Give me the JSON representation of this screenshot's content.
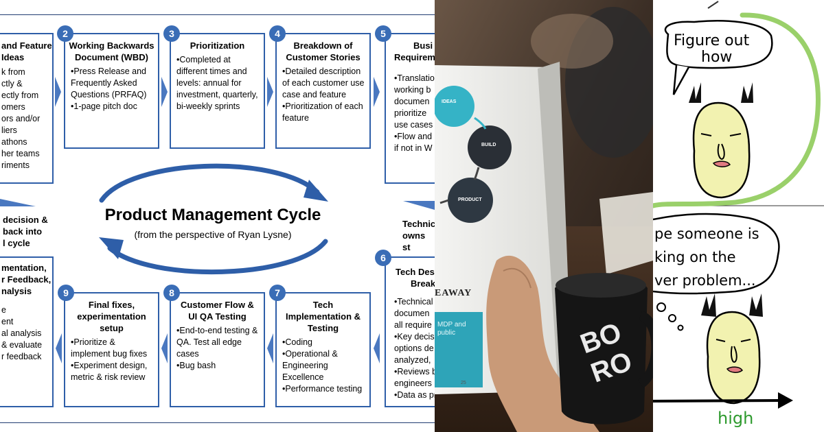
{
  "diagram": {
    "title": "Product Management Cycle",
    "subtitle": "(from the perspective of Ryan Lysne)",
    "steps": [
      {
        "num": "2",
        "title": "Working Backwards\nDocument (WBD)",
        "bullets": [
          "Press Release and Frequently Asked Questions (PRFAQ)",
          "1-page pitch doc"
        ]
      },
      {
        "num": "3",
        "title": "Prioritization",
        "bullets": [
          "Completed at different times and levels: annual for investment, quarterly, bi-weekly sprints"
        ]
      },
      {
        "num": "4",
        "title": "Breakdown of\nCustomer Stories",
        "bullets": [
          "Detailed description of each customer use case and feature",
          "Prioritization of each feature"
        ]
      },
      {
        "num": "7",
        "title": "Tech\nImplementation &\nTesting",
        "bullets": [
          "Coding",
          "Operational & Engineering Excellence",
          "Performance testing"
        ]
      },
      {
        "num": "8",
        "title": "Customer Flow &\nUI QA Testing",
        "bullets": [
          "End-to-end testing & QA. Test all edge cases",
          "Bug bash"
        ]
      },
      {
        "num": "9",
        "title": "Final fixes,\nexperimentation\nsetup",
        "bullets": [
          "Prioritize & implement bug fixes",
          "Experiment design, metric & risk review"
        ]
      }
    ],
    "cut_left_top": {
      "title": [
        "and Feature",
        "Ideas"
      ],
      "lines": [
        "k from",
        "ctly &",
        "ectly from",
        "omers",
        "ors and/or",
        "liers",
        "athons",
        "her teams",
        "riments"
      ]
    },
    "cut_left_mid": {
      "lines": [
        "decision &",
        "back into",
        "l cycle"
      ]
    },
    "cut_left_bottom": {
      "title": [
        "mentation,",
        "r Feedback,",
        "nalysis"
      ],
      "lines": [
        "e",
        "ent",
        "al analysis",
        "& evaluate",
        "r feedback"
      ]
    },
    "cut_right_top": {
      "num": "5",
      "title": [
        "Busi",
        "Requireme"
      ],
      "lines": [
        "•Translatio",
        "working b",
        "documen",
        "prioritize",
        "use cases",
        "•Flow and",
        "if not in W"
      ]
    },
    "cut_right_mid": {
      "lines": [
        "Technic",
        "owns st"
      ]
    },
    "cut_right_bottom": {
      "num": "6",
      "title": [
        "Tech Desig",
        "Breakd"
      ],
      "lines": [
        "•Technical",
        "documen",
        "all require",
        "•Key decisi",
        "options de",
        "analyzed,",
        "•Reviews b",
        "engineers",
        "•Data as pr"
      ]
    }
  },
  "photo": {
    "nodes": [
      "IDEAS",
      "BUILD",
      "PRODUCT"
    ],
    "heading": "EAWAY",
    "box_text": [
      "MDP and",
      "public"
    ],
    "page_number": "25",
    "mug_text": "BO RO"
  },
  "comic": {
    "bubble1": [
      "Figure out",
      "how"
    ],
    "bubble2": [
      "pe someone is",
      "king on the",
      "ver problem..."
    ],
    "axis_label": "high"
  }
}
